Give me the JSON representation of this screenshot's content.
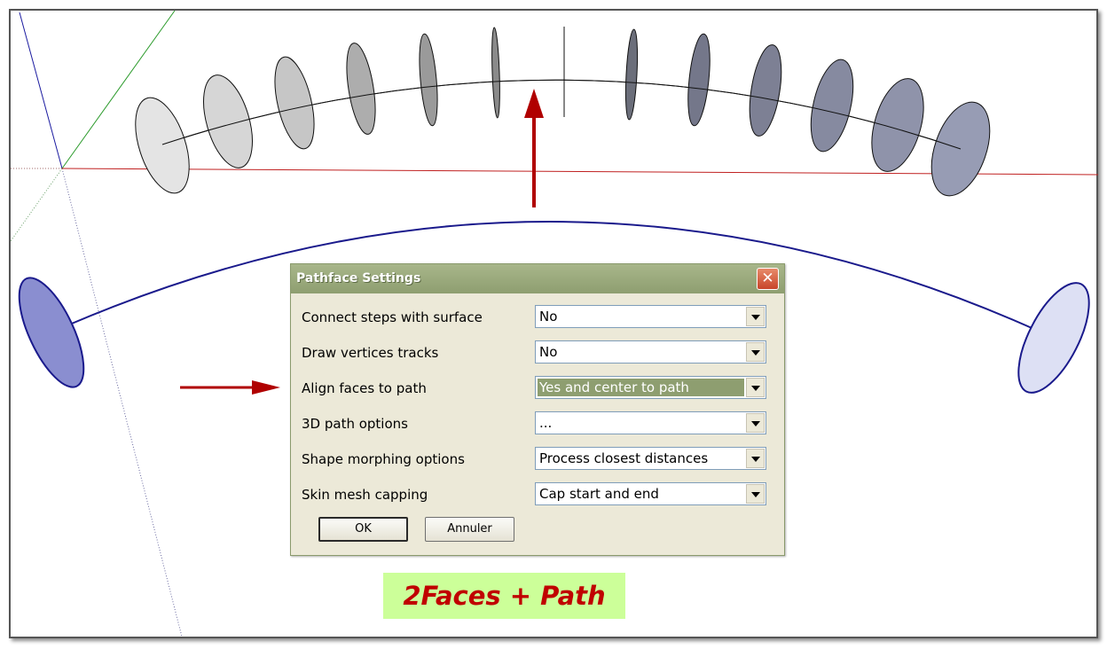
{
  "dialog": {
    "title": "Pathface Settings",
    "close_icon": "close-icon",
    "rows": [
      {
        "label": "Connect steps with surface",
        "value": "No",
        "highlighted": false
      },
      {
        "label": "Draw vertices tracks",
        "value": "No",
        "highlighted": false
      },
      {
        "label": "Align faces to path",
        "value": "Yes and center to path",
        "highlighted": true
      },
      {
        "label": "3D path options",
        "value": "...",
        "highlighted": false
      },
      {
        "label": "Shape morphing options",
        "value": "Process closest distances",
        "highlighted": false
      },
      {
        "label": "Skin mesh capping",
        "value": "Cap start and end",
        "highlighted": false
      }
    ],
    "ok_label": "OK",
    "cancel_label": "Annuler"
  },
  "caption": "2Faces + Path",
  "colors": {
    "titlebar": "#8e9e70",
    "highlight": "#8e9e70",
    "arrow": "#b00000",
    "path": "#1a1a8c",
    "caption_bg": "#ccff99",
    "caption_text": "#c00000"
  },
  "icons": [
    "close-icon",
    "dropdown-arrow-icon",
    "red-arrow-icon"
  ]
}
